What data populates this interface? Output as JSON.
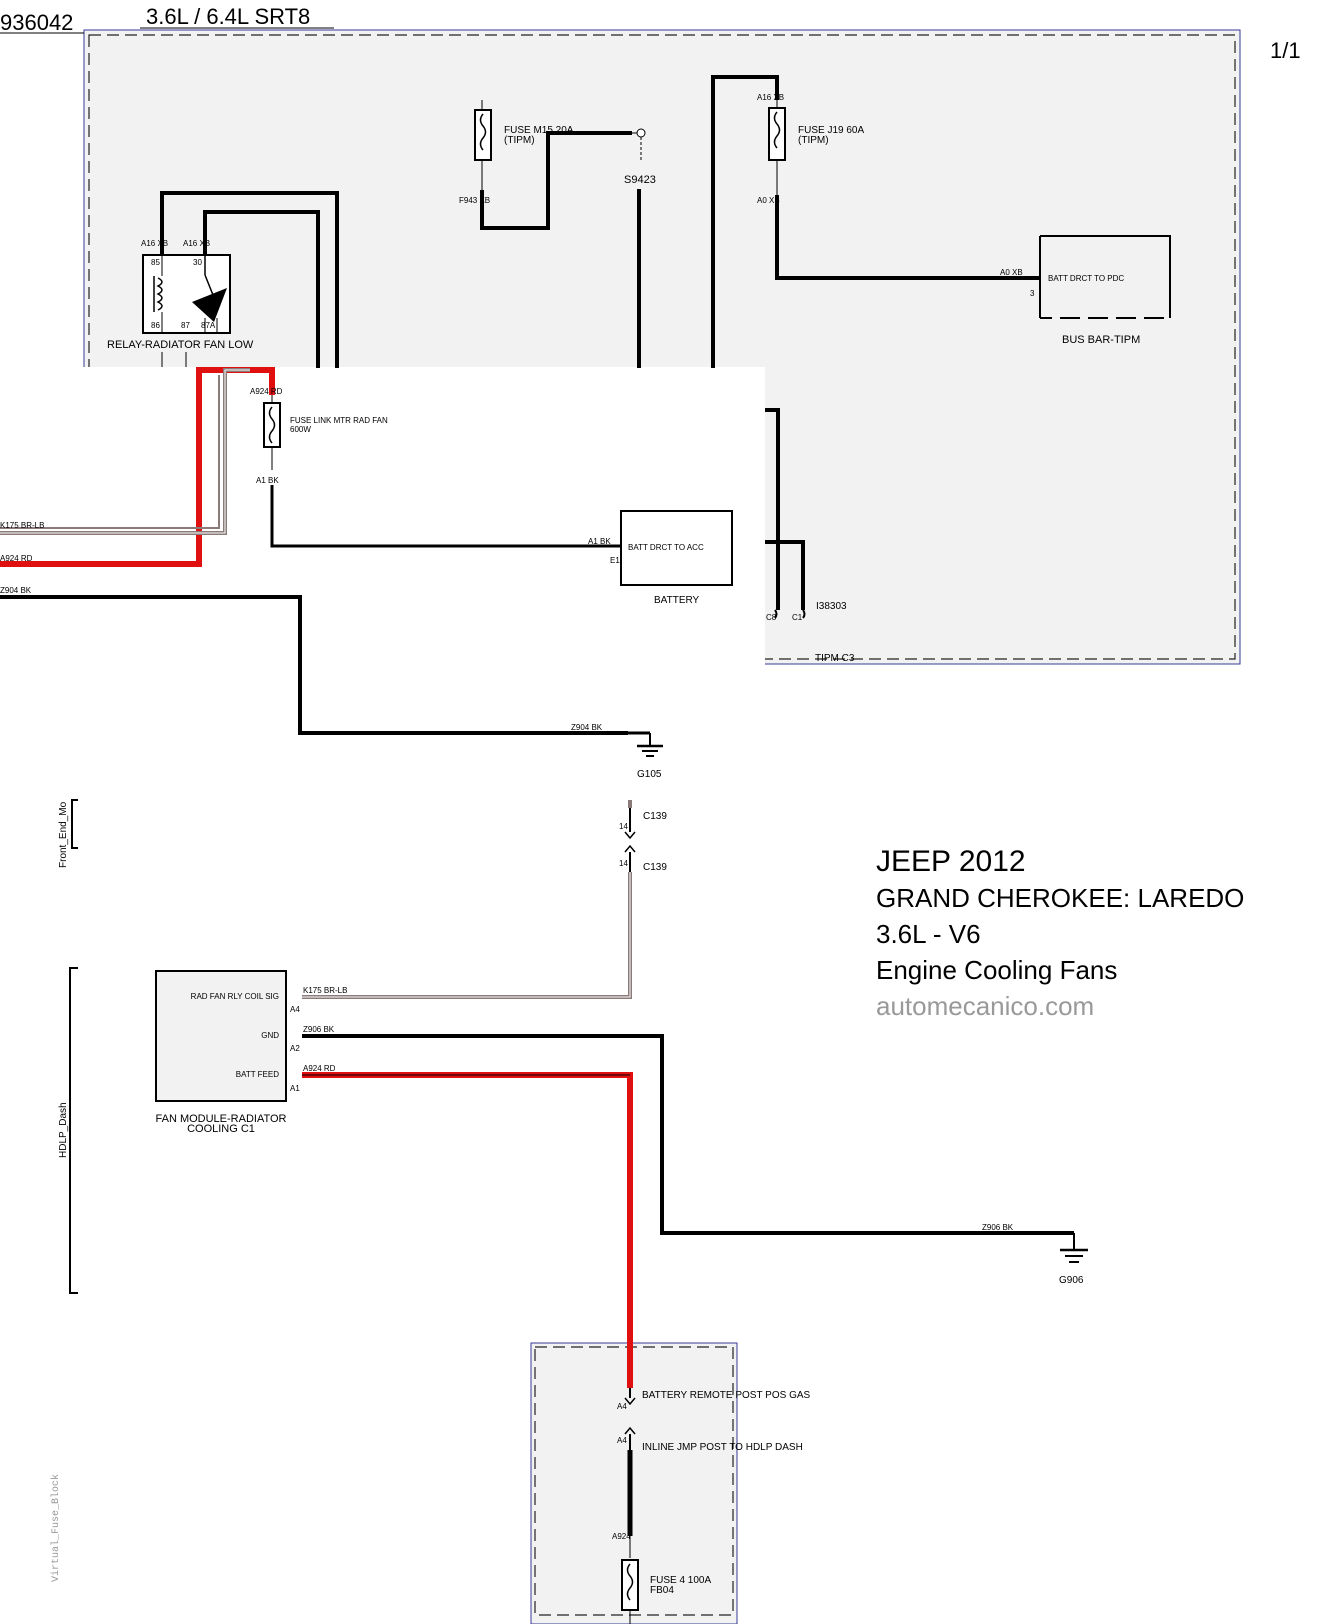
{
  "header": {
    "doc_id": "936042",
    "engine_variant": "3.6L / 6.4L  SRT8",
    "page_indicator": "1/1"
  },
  "info_block": {
    "make_year": "JEEP 2012",
    "model": "GRAND CHEROKEE: LAREDO",
    "engine": "3.6L - V6",
    "system": "Engine Cooling Fans",
    "site": "automecanico.com"
  },
  "zones": {
    "front_end": "Front_End_Mo",
    "hdlp_dash": "HDLP_Dash",
    "virtual_fuse": "Virtual_Fuse_Block",
    "tipm_c3": "TIPM C3"
  },
  "components": {
    "fuse_m15": {
      "name": "FUSE M15 20A",
      "sub": "(TIPM)",
      "pin_bottom": "F943 XB"
    },
    "fuse_j19": {
      "name": "FUSE J19 60A",
      "sub": "(TIPM)",
      "pin_top": "A16 XB",
      "pin_bottom": "A0 XB"
    },
    "splice": "S9423",
    "bus_bar": {
      "name": "BUS BAR-TIPM",
      "inner": "BATT DRCT TO PDC",
      "pin": "A0 XB",
      "pin_num": "3"
    },
    "relay": {
      "name": "RELAY-RADIATOR FAN LOW",
      "pin_a": "A16 XB",
      "pin_b": "A16 XB",
      "p85": "85",
      "p30": "30",
      "p86": "86",
      "p87": "87",
      "p87a": "87A"
    },
    "fuse_link": {
      "name": "FUSE LINK MTR RAD FAN",
      "sub": "600W",
      "pin_top": "A924 RD",
      "pin_bottom": "A1 BK"
    },
    "battery": {
      "name": "BATTERY",
      "inner": "BATT DRCT TO ACC",
      "pin": "A1 BK",
      "pin_num": "E1"
    },
    "i38303": {
      "name": "I38303",
      "c8": "C8",
      "c1": "C1"
    },
    "ground_g105": {
      "name": "G105",
      "wire": "Z904 BK"
    },
    "ground_g906": {
      "name": "G906",
      "wire": "Z906 BK"
    },
    "connector_c139": {
      "top": "C139",
      "bottom": "C139",
      "pin": "14"
    },
    "fan_module": {
      "name": "FAN MODULE-RADIATOR",
      "name2": "COOLING C1",
      "sig": "RAD FAN RLY COIL SIG",
      "gnd": "GND",
      "feed": "BATT FEED",
      "a4": "A4",
      "a2": "A2",
      "a1": "A1",
      "wire_sig": "K175 BR-LB",
      "wire_gnd": "Z906 BK",
      "wire_feed": "A924 RD"
    },
    "fuse_block": {
      "battery_post": "BATTERY REMOTE POST POS GAS",
      "inline_post": "INLINE JMP POST TO HDLP DASH",
      "pin_a4_top": "A4",
      "pin_a4_bottom": "A4",
      "pin_a924": "A924",
      "fuse4": "FUSE 4 100A",
      "fuse4_sub": "FB04"
    },
    "left_wires": {
      "w1": "K175 BR-LB",
      "w2": "A924 RD",
      "w3": "Z904 BK"
    }
  },
  "colors": {
    "wire_black": "#000000",
    "wire_red": "#e01010",
    "wire_brown_lb": "#8a7a7a",
    "zone_fill": "#f2f2f2",
    "zone_border": "#3a3a9a"
  }
}
